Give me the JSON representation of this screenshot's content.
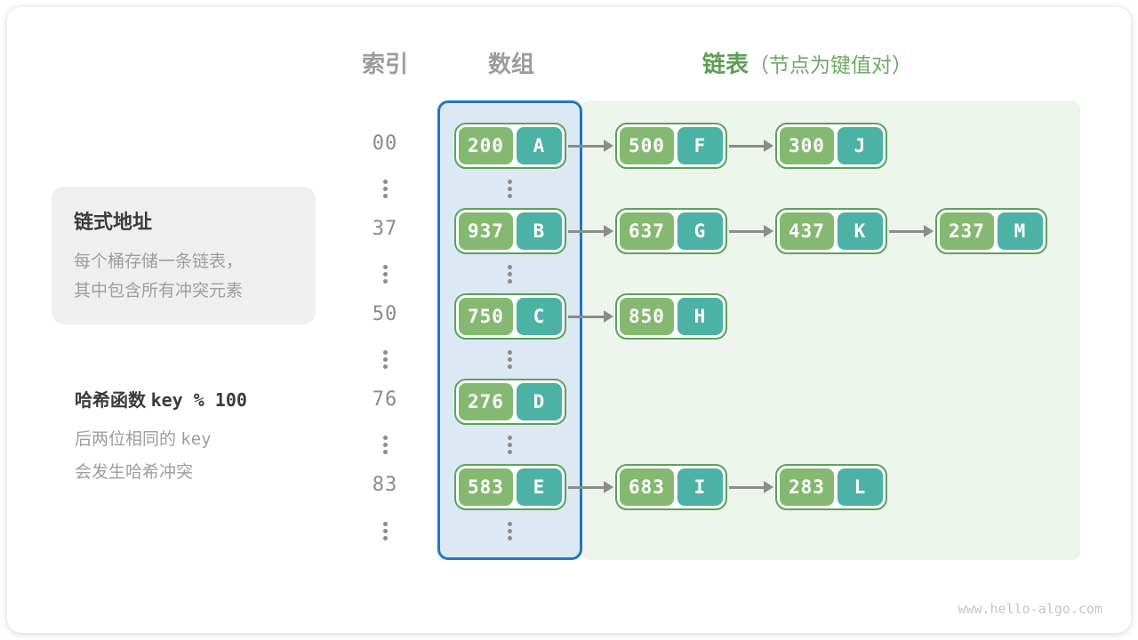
{
  "page": {
    "watermark": "www.hello-algo.com"
  },
  "headers": {
    "index": "索引",
    "array": "数组",
    "list": "链表",
    "list_note": "（节点为键值对）"
  },
  "callout": {
    "title": "链式地址",
    "line1": "每个桶存储一条链表，",
    "line2": "其中包含所有冲突元素"
  },
  "hash_note": {
    "title_prefix": "哈希函数",
    "title_code": "key % 100",
    "line1_prefix": "后两位相同的",
    "line1_code": "key",
    "line2": "会发生哈希冲突"
  },
  "rows": [
    {
      "index": "00",
      "bucket": {
        "key": "200",
        "value": "A"
      },
      "chain": [
        {
          "key": "500",
          "value": "F"
        },
        {
          "key": "300",
          "value": "J"
        }
      ]
    },
    {
      "index": "37",
      "bucket": {
        "key": "937",
        "value": "B"
      },
      "chain": [
        {
          "key": "637",
          "value": "G"
        },
        {
          "key": "437",
          "value": "K"
        },
        {
          "key": "237",
          "value": "M"
        }
      ]
    },
    {
      "index": "50",
      "bucket": {
        "key": "750",
        "value": "C"
      },
      "chain": [
        {
          "key": "850",
          "value": "H"
        }
      ]
    },
    {
      "index": "76",
      "bucket": {
        "key": "276",
        "value": "D"
      },
      "chain": []
    },
    {
      "index": "83",
      "bucket": {
        "key": "583",
        "value": "E"
      },
      "chain": [
        {
          "key": "683",
          "value": "I"
        },
        {
          "key": "283",
          "value": "L"
        }
      ]
    }
  ],
  "colors": {
    "node_border": "#5aa357",
    "node_key_bg": "#85b971",
    "node_value_bg": "#4cb2a5",
    "array_region_border": "#2176c7",
    "array_region_bg": "#dce9f4",
    "list_region_bg": "#eef5ec",
    "arrow": "#8c8c8c",
    "header_gray": "#9c9c9c",
    "header_green": "#5f9e55",
    "callout_bg": "#efefef",
    "text_dark": "#3b3b3b",
    "text_gray": "#9e9e9e",
    "watermark": "#c6c6c6"
  }
}
